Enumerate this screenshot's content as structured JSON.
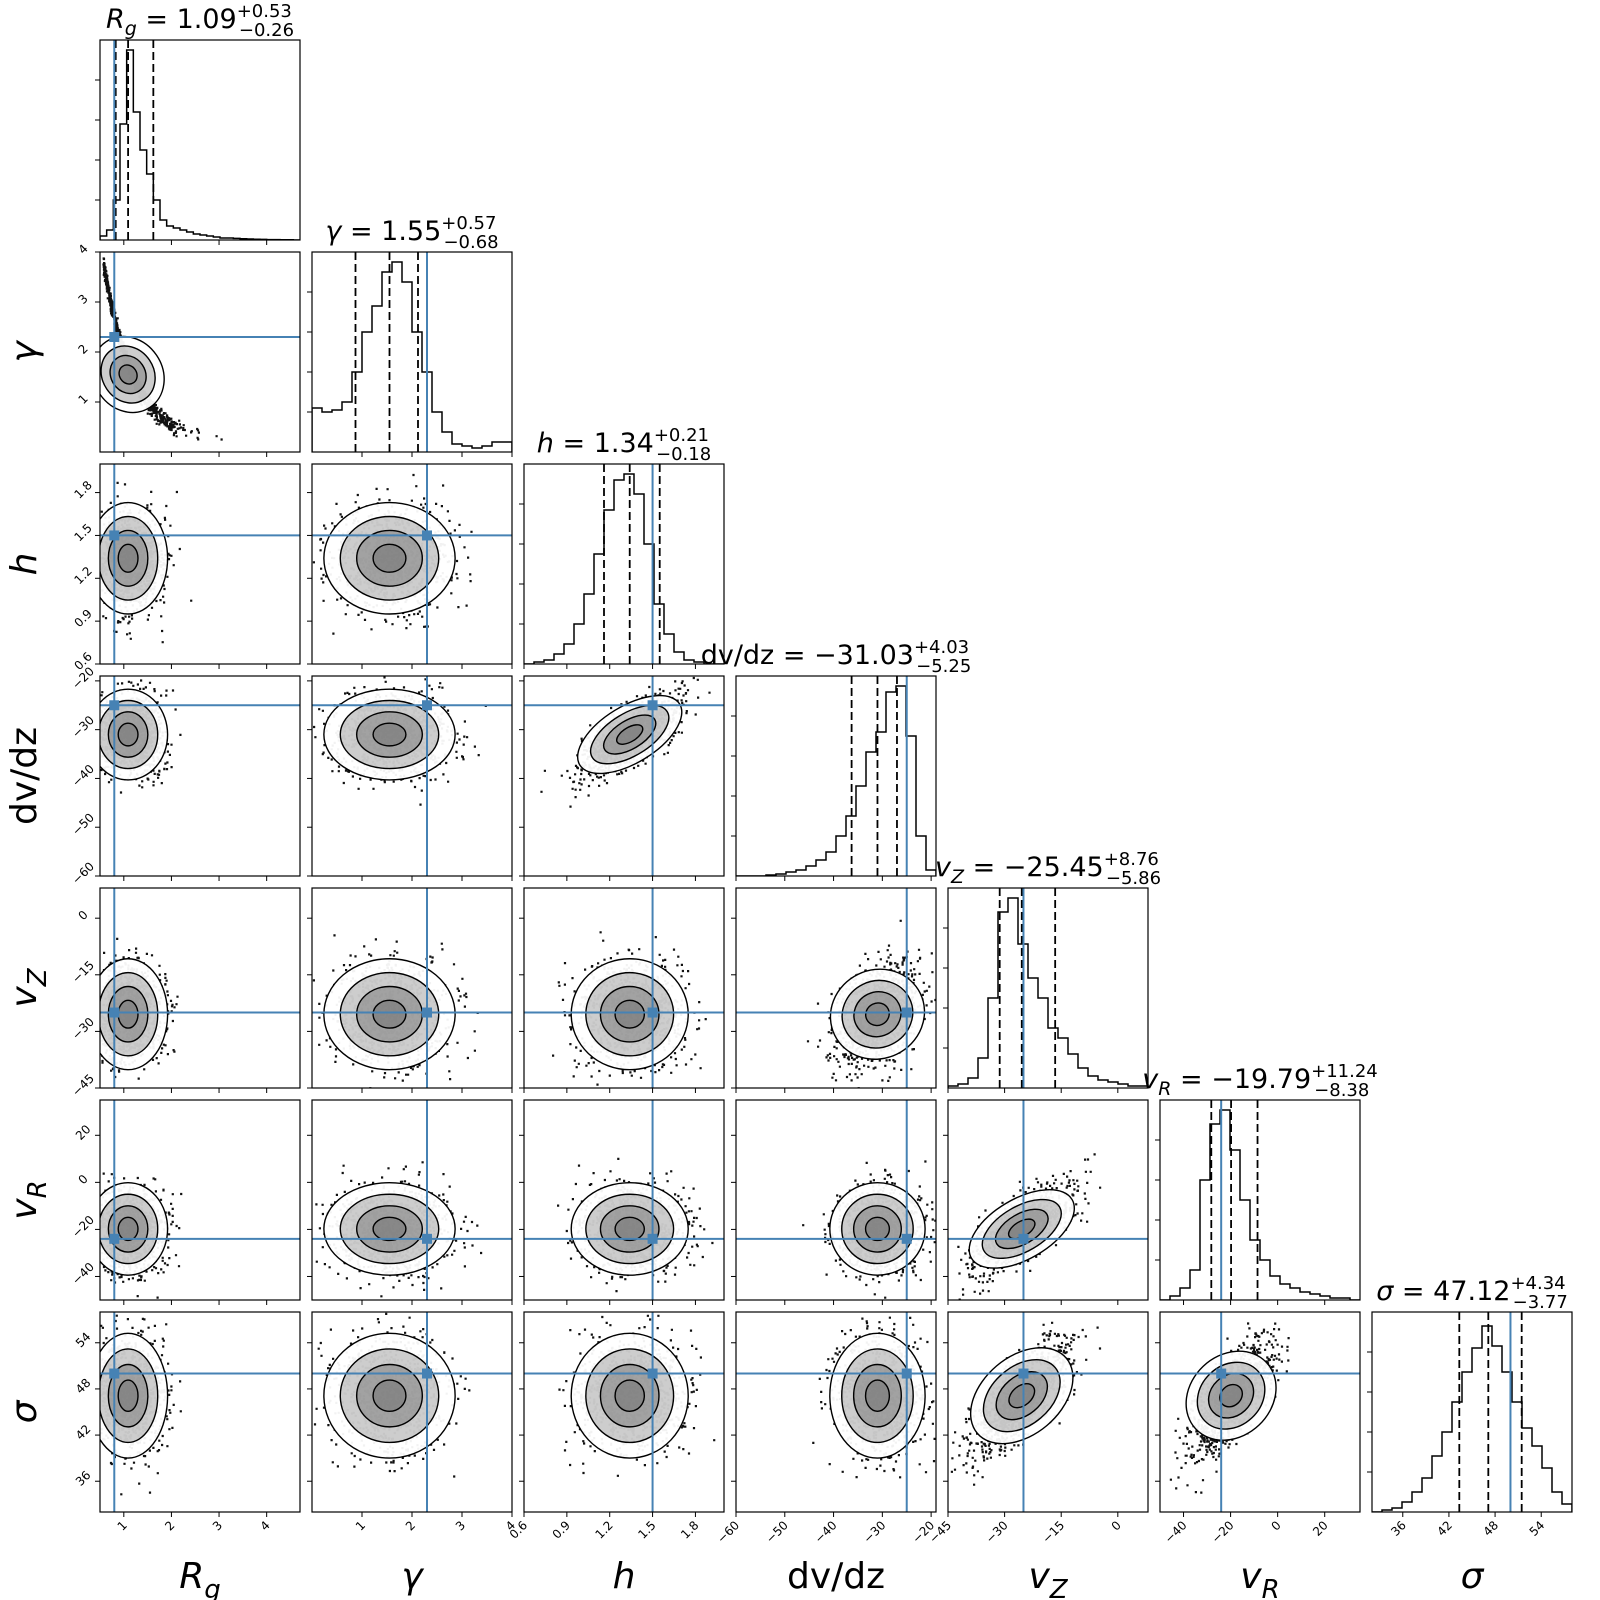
{
  "colors": {
    "truth": "#4682b4",
    "line": "#000000",
    "contour_fill": "#777777"
  },
  "chart_data": {
    "type": "corner",
    "parameters": [
      {
        "label": "R",
        "sub": "g",
        "italic": true,
        "ticks": [
          1,
          2,
          3,
          4
        ],
        "range": [
          0.5,
          4.7
        ],
        "truth": 0.8,
        "q16": 0.83,
        "median": 1.09,
        "q84": 1.62,
        "title": {
          "name": "R",
          "sub": "g",
          "value": "1.09",
          "plus": "+0.53",
          "minus": "−0.26"
        },
        "hist": [
          0.02,
          0.05,
          0.2,
          0.58,
          0.95,
          0.64,
          0.45,
          0.33,
          0.2,
          0.1,
          0.07,
          0.06,
          0.05,
          0.04,
          0.03,
          0.025,
          0.02,
          0.015,
          0.01,
          0.01,
          0.008,
          0.006,
          0.005,
          0.004,
          0.003,
          0.002,
          0.002,
          0.001,
          0.001,
          0.0
        ]
      },
      {
        "label": "γ",
        "sub": "",
        "italic": true,
        "ticks": [
          1,
          2,
          3,
          4
        ],
        "range": [
          0.0,
          4.0
        ],
        "truth": 2.3,
        "q16": 0.87,
        "median": 1.55,
        "q84": 2.12,
        "title": {
          "name": "γ",
          "sub": "",
          "value": "1.55",
          "plus": "+0.57",
          "minus": "−0.68"
        },
        "hist": [
          0.22,
          0.2,
          0.21,
          0.25,
          0.4,
          0.6,
          0.73,
          0.9,
          0.95,
          0.85,
          0.6,
          0.4,
          0.2,
          0.1,
          0.04,
          0.03,
          0.02,
          0.03,
          0.05,
          0.05
        ]
      },
      {
        "label": "h",
        "sub": "",
        "italic": true,
        "ticks": [
          0.6,
          0.9,
          1.2,
          1.5,
          1.8
        ],
        "range": [
          0.6,
          2.0
        ],
        "truth": 1.5,
        "q16": 1.16,
        "median": 1.34,
        "q84": 1.55,
        "title": {
          "name": "h",
          "sub": "",
          "value": "1.34",
          "plus": "+0.21",
          "minus": "−0.18"
        },
        "hist": [
          0.0,
          0.01,
          0.02,
          0.05,
          0.1,
          0.2,
          0.35,
          0.55,
          0.77,
          0.92,
          0.95,
          0.85,
          0.6,
          0.3,
          0.15,
          0.06,
          0.02,
          0.01,
          0.0,
          0.0
        ]
      },
      {
        "label": "dv/dz",
        "sub": "",
        "italic": false,
        "ticks": [
          -60,
          -50,
          -40,
          -30,
          -20
        ],
        "range": [
          -60,
          -19
        ],
        "truth": -25.0,
        "q16": -36.3,
        "median": -31.0,
        "q84": -27.0,
        "title": {
          "name": "dv/dz",
          "sub": "",
          "value": "−31.03",
          "plus": "+4.03",
          "minus": "−5.25"
        },
        "hist": [
          0.0,
          0.0,
          0.0,
          0.005,
          0.01,
          0.02,
          0.03,
          0.05,
          0.08,
          0.12,
          0.2,
          0.3,
          0.45,
          0.62,
          0.72,
          0.92,
          0.95,
          0.7,
          0.2,
          0.03
        ]
      },
      {
        "label": "v",
        "sub": "Z",
        "italic": true,
        "ticks": [
          -45,
          -30,
          -15,
          0
        ],
        "range": [
          -45,
          8
        ],
        "truth": -25.0,
        "q16": -31.3,
        "median": -25.45,
        "q84": -16.6,
        "title": {
          "name": "v",
          "sub": "Z",
          "value": "−25.45",
          "plus": "+8.76",
          "minus": "−5.86"
        },
        "hist": [
          0.01,
          0.02,
          0.05,
          0.15,
          0.45,
          0.88,
          0.95,
          0.72,
          0.55,
          0.45,
          0.3,
          0.25,
          0.17,
          0.1,
          0.06,
          0.04,
          0.03,
          0.02,
          0.01,
          0.01
        ]
      },
      {
        "label": "v",
        "sub": "R",
        "italic": true,
        "ticks": [
          -40,
          -20,
          0,
          20
        ],
        "range": [
          -50,
          35
        ],
        "truth": -24.0,
        "q16": -28.2,
        "median": -19.79,
        "q84": -8.55,
        "title": {
          "name": "v",
          "sub": "R",
          "value": "−19.79",
          "plus": "+11.24",
          "minus": "−8.38"
        },
        "hist": [
          0.0,
          0.02,
          0.06,
          0.15,
          0.6,
          0.88,
          0.95,
          0.75,
          0.5,
          0.3,
          0.2,
          0.12,
          0.08,
          0.06,
          0.04,
          0.03,
          0.02,
          0.01,
          0.01,
          0.0
        ]
      },
      {
        "label": "σ",
        "sub": "",
        "italic": true,
        "ticks": [
          36,
          42,
          48,
          54
        ],
        "range": [
          32,
          58
        ],
        "truth": 50.0,
        "q16": 43.35,
        "median": 47.12,
        "q84": 51.46,
        "title": {
          "name": "σ",
          "sub": "",
          "value": "47.12",
          "plus": "+4.34",
          "minus": "−3.77"
        },
        "hist": [
          0.0,
          0.01,
          0.02,
          0.05,
          0.1,
          0.17,
          0.28,
          0.4,
          0.55,
          0.7,
          0.82,
          0.93,
          0.83,
          0.7,
          0.55,
          0.42,
          0.33,
          0.22,
          0.1,
          0.04
        ]
      }
    ]
  }
}
